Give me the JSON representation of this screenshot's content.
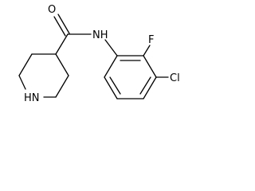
{
  "molecule": {
    "atoms": {
      "oxygen": "O",
      "amide_nitrogen": "NH",
      "fluorine": "F",
      "chlorine": "Cl",
      "ring_nitrogen": "HN"
    },
    "colors": {
      "bond": "#000000",
      "label": "#000000",
      "background": "#ffffff"
    }
  }
}
